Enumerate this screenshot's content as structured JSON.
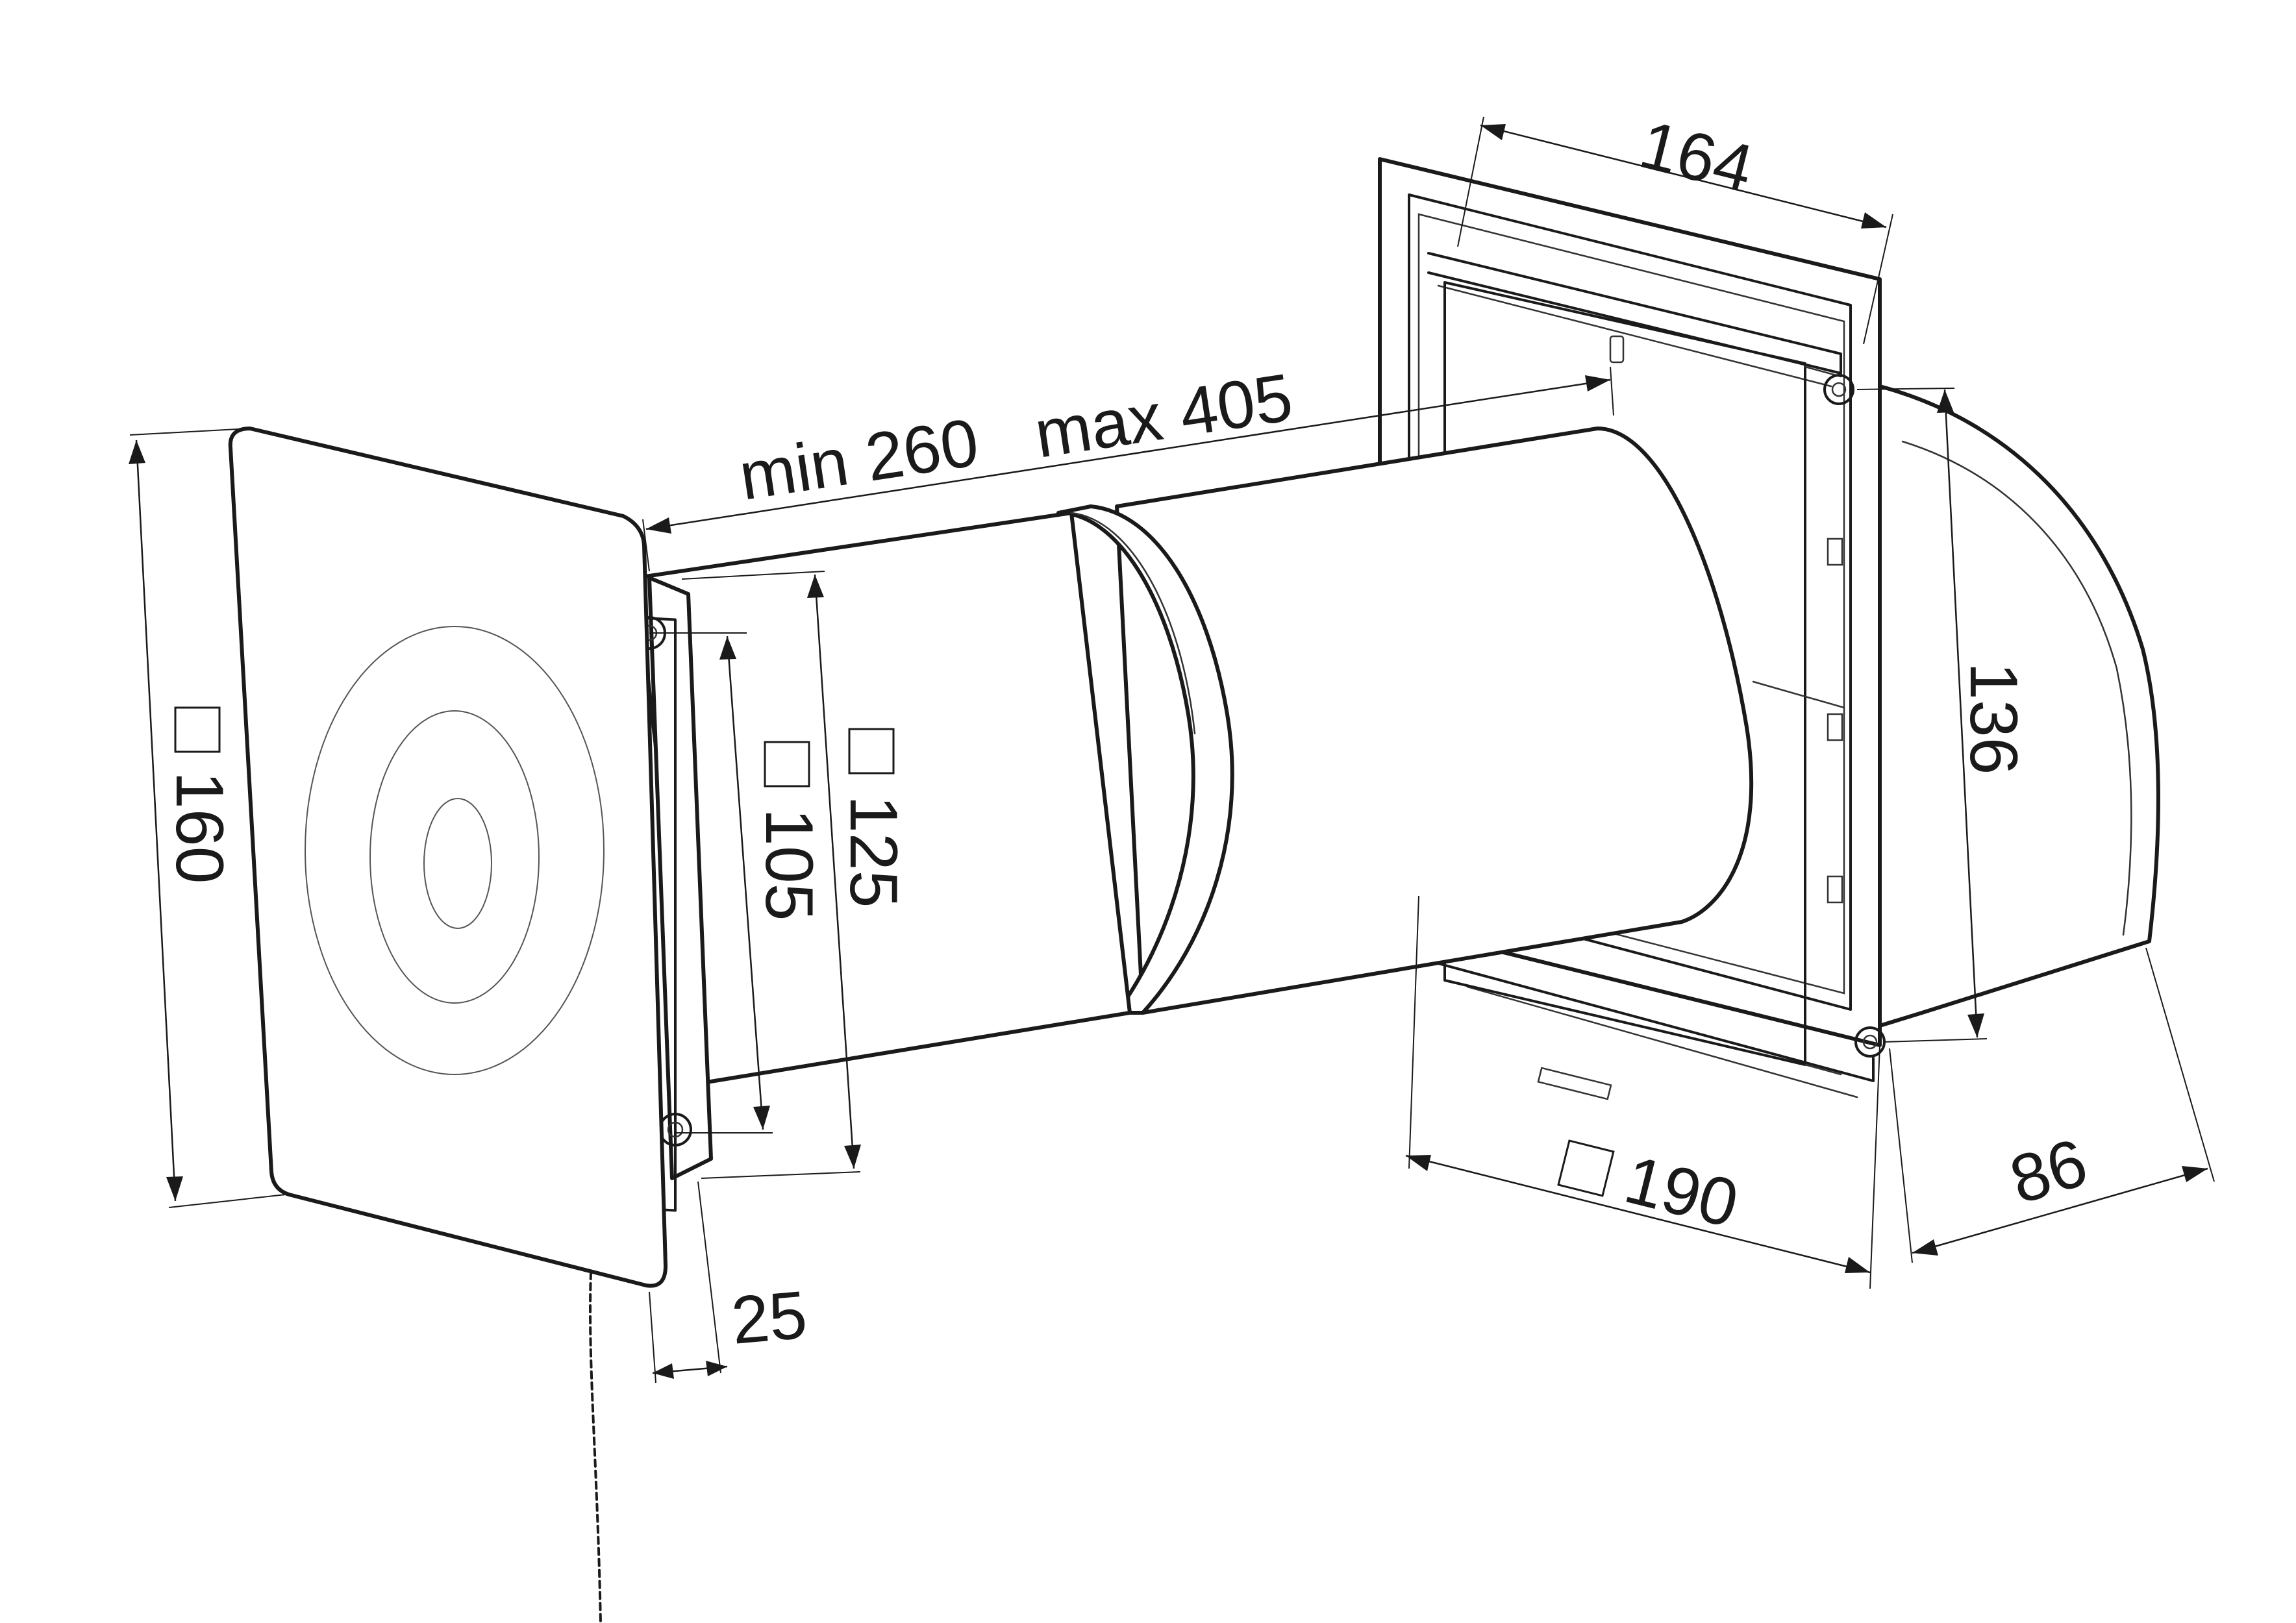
{
  "dimensions": {
    "front_plate_side": "160",
    "duct_inner": "105",
    "duct_outer": "125",
    "length_min": "min 260",
    "length_max": "max 405",
    "front_plate_depth": "25",
    "rear_frame_width": "164",
    "rear_frame_outer": "190",
    "hood_height": "136",
    "hood_depth": "86"
  },
  "symbols": {
    "square_section": "square-section-icon"
  }
}
